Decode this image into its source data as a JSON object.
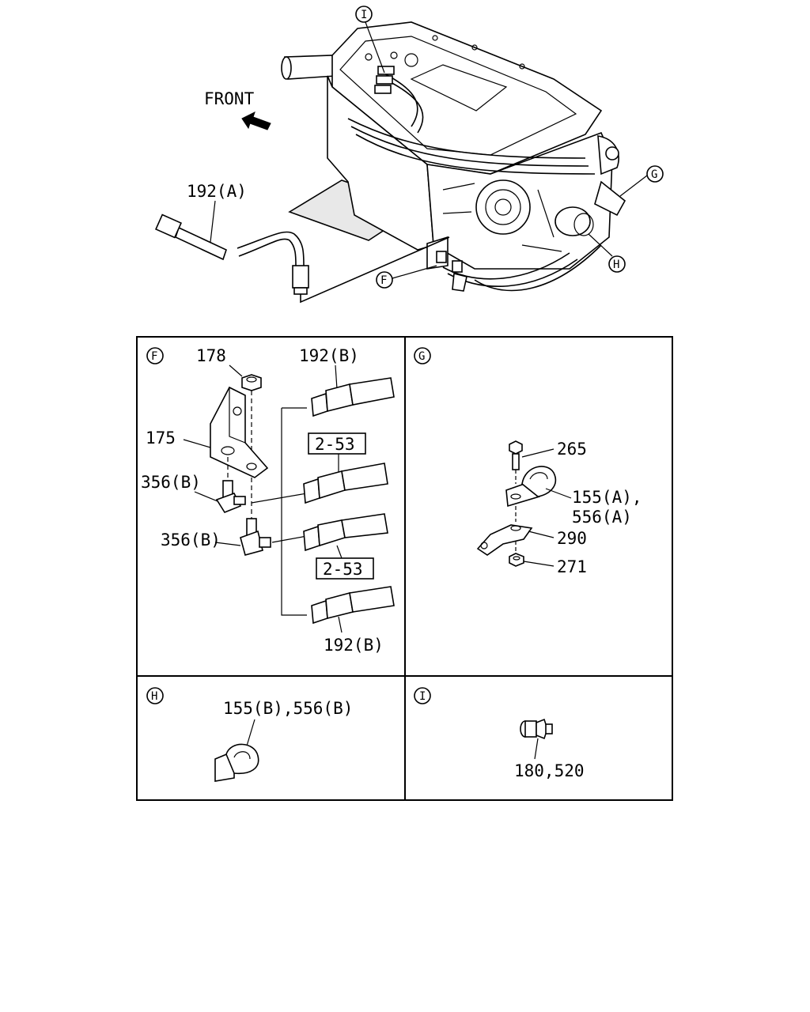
{
  "overview": {
    "front_label": "FRONT",
    "hose_label": "192(A)",
    "callouts": {
      "I": "I",
      "G": "G",
      "H": "H",
      "F": "F"
    }
  },
  "panel_f": {
    "letter": "F",
    "nut": "178",
    "bracket": "175",
    "connector_upper": "356(B)",
    "connector_lower": "356(B)",
    "hose_top": "192(B)",
    "ref_upper": "2-53",
    "ref_lower": "2-53",
    "hose_bottom": "192(B)"
  },
  "panel_g": {
    "letter": "G",
    "bolt": "265",
    "clip_line1": "155(A),",
    "clip_line2": "556(A)",
    "bracket": "290",
    "nut": "271"
  },
  "panel_h": {
    "letter": "H",
    "clip": "155(B),556(B)"
  },
  "panel_i": {
    "letter": "I",
    "fitting": "180,520"
  }
}
